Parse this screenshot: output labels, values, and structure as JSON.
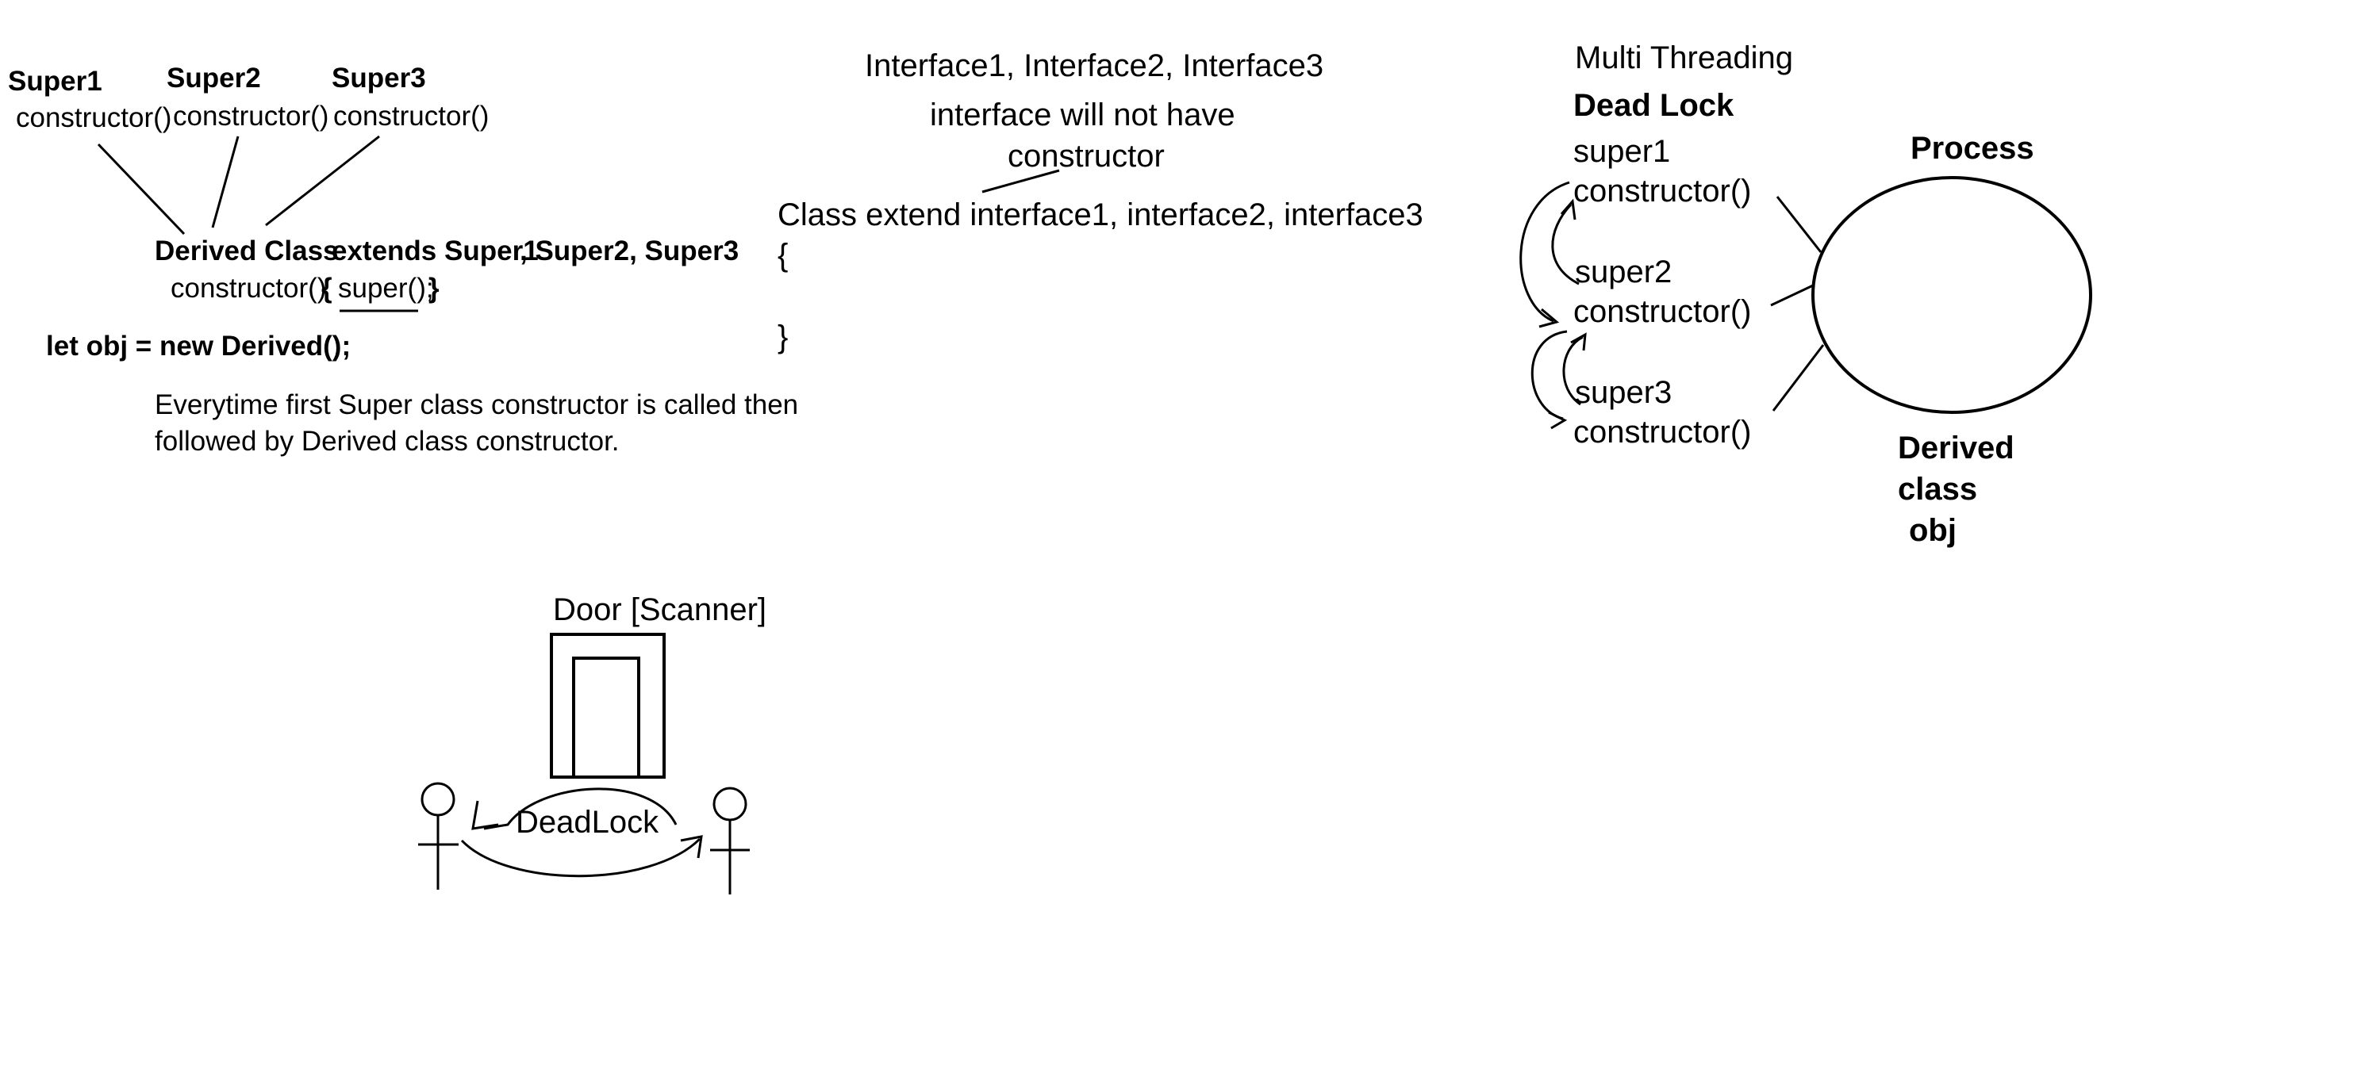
{
  "inheritance": {
    "super1_label": "Super1",
    "super2_label": "Super2",
    "super3_label": "Super3",
    "constructor_label": "constructor()",
    "derived_label": "Derived Class",
    "extends_label": "extends Super1",
    "extends_rest": ", Super2, Super3",
    "derived_constructor": "constructor()",
    "brace_open": "{",
    "super_call": "super();",
    "brace_close": "}",
    "obj_statement": "let obj = new Derived();",
    "note_line1": "Everytime first Super class constructor is called then",
    "note_line2": "followed by Derived class constructor."
  },
  "interfaces": {
    "title": "Interface1, Interface2, Interface3",
    "note_line1": "interface will not have",
    "note_line2": "constructor",
    "class_line": "Class extend interface1, interface2, interface3",
    "brace_open": "{",
    "brace_close": "}"
  },
  "threading": {
    "title": "Multi Threading",
    "deadlock_heading": "Dead Lock",
    "super1": "super1",
    "super2": "super2",
    "super3": "super3",
    "constructor_label": "constructor()",
    "process_label": "Process",
    "derived_line1": "Derived",
    "derived_line2": "class",
    "derived_line3": "obj"
  },
  "door": {
    "title": "Door [Scanner]",
    "deadlock_label": "DeadLock"
  }
}
